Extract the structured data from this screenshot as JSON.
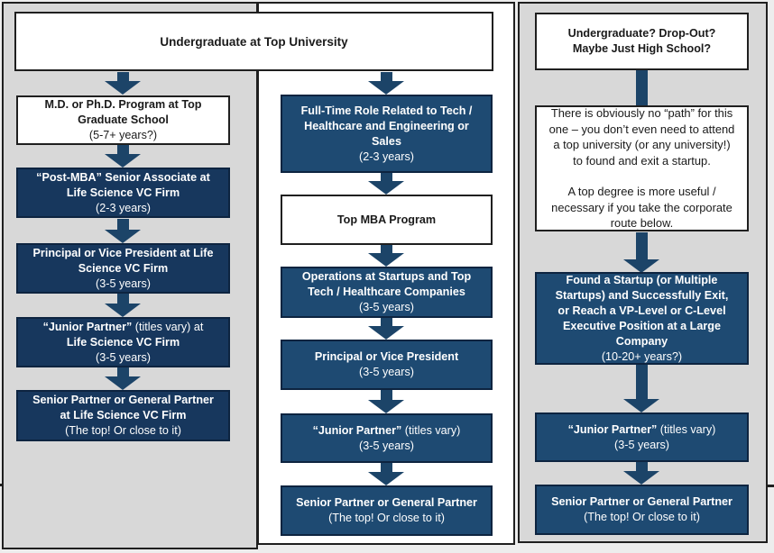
{
  "palette": {
    "page-bg": "#ededed",
    "panel-gray": "#d8d8d8",
    "panel-white": "#ffffff",
    "navy-left": "#17375d",
    "navy-mid": "#1e4a72",
    "arrow": "#1c4468",
    "border-dark": "#1f1f1f",
    "box-border": "#0d2440",
    "text-dark": "#1a1a1a",
    "text-light": "#ffffff"
  },
  "top": {
    "label": "Undergraduate at Top University"
  },
  "left": {
    "mdphd": {
      "title": [
        "M.D. or Ph.D. Program at Top",
        "Graduate School"
      ],
      "sub": "(5-7+ years?)"
    },
    "postmba": {
      "title": [
        "“Post-MBA” Senior Associate at",
        "Life Science VC Firm"
      ],
      "sub": "(2-3 years)"
    },
    "principal": {
      "title": [
        "Principal or Vice President at Life",
        "Science VC Firm"
      ],
      "sub": "(3-5 years)"
    },
    "junior": {
      "quote": "“Junior Partner”",
      "tail": " (titles vary) at",
      "line2": "Life Science VC Firm",
      "sub": "(3-5 years)"
    },
    "senior": {
      "title": [
        "Senior Partner or General Partner",
        "at Life Science VC Firm"
      ],
      "sub": "(The top! Or close to it)"
    }
  },
  "middle": {
    "fulltime": {
      "title": [
        "Full-Time Role Related to Tech /",
        "Healthcare and Engineering or",
        "Sales"
      ],
      "sub": "(2-3 years)"
    },
    "mba": {
      "label": "Top MBA Program"
    },
    "operations": {
      "title": [
        "Operations at Startups and Top",
        "Tech / Healthcare Companies"
      ],
      "sub": "(3-5 years)"
    },
    "principal": {
      "title": [
        "Principal or Vice President"
      ],
      "sub": "(3-5 years)"
    },
    "junior": {
      "quote": "“Junior Partner”",
      "tail": " (titles vary)",
      "sub": "(3-5 years)"
    },
    "senior": {
      "title": [
        "Senior Partner or General Partner"
      ],
      "sub": "(The top! Or close to it)"
    }
  },
  "right": {
    "start": {
      "title": [
        "Undergraduate? Drop-Out?",
        "Maybe Just High School?"
      ]
    },
    "note": {
      "text": [
        "There is obviously no “path” for this",
        "one – you don’t even need to attend",
        "a top university (or any university!)",
        "to found and exit a startup.",
        "",
        "A top degree is more useful /",
        "necessary if you take the corporate",
        "route below."
      ]
    },
    "found": {
      "title": [
        "Found a Startup (or Multiple",
        "Startups) and Successfully Exit,",
        "or Reach a VP-Level or C-Level",
        "Executive Position at a Large",
        "Company"
      ],
      "sub": "(10-20+ years?)"
    },
    "junior": {
      "quote": "“Junior Partner”",
      "tail": " (titles vary)",
      "sub": "(3-5 years)"
    },
    "senior": {
      "title": [
        "Senior Partner or General Partner"
      ],
      "sub": "(The top! Or close to it)"
    }
  }
}
